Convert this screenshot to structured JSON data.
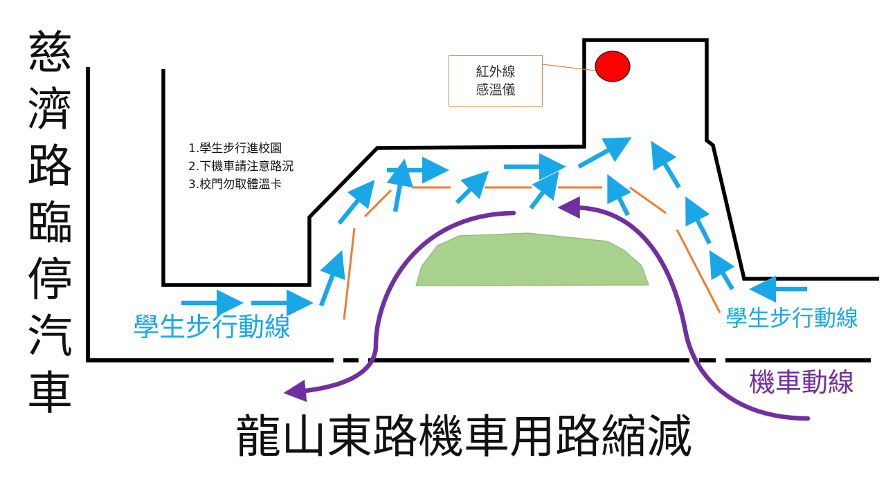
{
  "side_road": "慈濟路臨停汽車",
  "main_road": "龍山東路機車用路縮減",
  "notes": [
    "1.學生步行進校園",
    "2.下機車請注意路況",
    "3.校門勿取體溫卡"
  ],
  "callout": {
    "line1": "紅外線",
    "line2": "感溫儀"
  },
  "labels": {
    "student_left": "學生步行動線",
    "student_right": "學生步行動線",
    "motorcycle": "機車動線"
  },
  "colors": {
    "outline": "#000000",
    "student": "#1aa7e8",
    "motorcycle": "#7030a0",
    "route": "#ed7d31",
    "island": "#a9d18e",
    "island_stroke": "#8fb878",
    "thermometer": "#ff0000",
    "callout_border": "#d08a55"
  }
}
